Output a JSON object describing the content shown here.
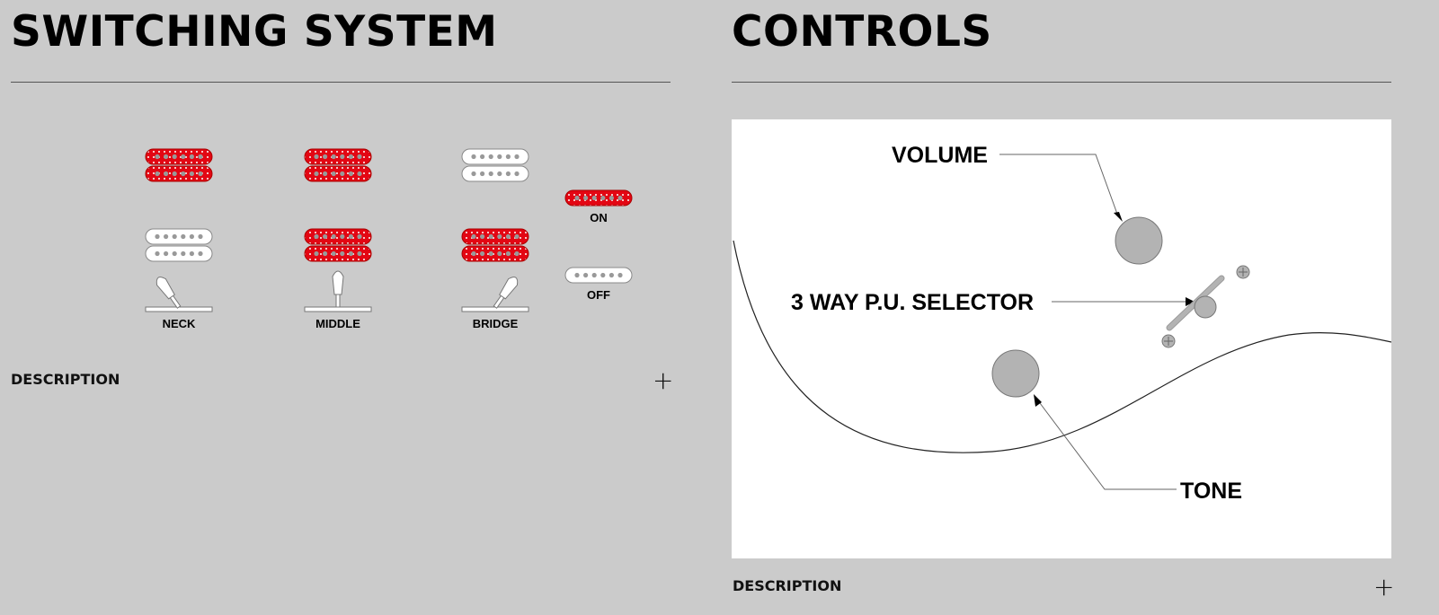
{
  "switching": {
    "title": "SWITCHING SYSTEM",
    "positions": [
      {
        "label": "NECK",
        "neck_on": true,
        "bridge_on": false
      },
      {
        "label": "MIDDLE",
        "neck_on": true,
        "bridge_on": true
      },
      {
        "label": "BRIDGE",
        "neck_on": false,
        "bridge_on": true
      }
    ],
    "legend_on": "ON",
    "legend_off": "OFF",
    "description_label": "DESCRIPTION",
    "expand_icon": "plus-icon"
  },
  "controls": {
    "title": "CONTROLS",
    "volume_label": "VOLUME",
    "selector_label": "3 WAY P.U. SELECTOR",
    "tone_label": "TONE",
    "description_label": "DESCRIPTION",
    "expand_icon": "plus-icon"
  },
  "colors": {
    "on": "#e30613",
    "off": "#ffffff",
    "knob": "#b3b3b3"
  }
}
